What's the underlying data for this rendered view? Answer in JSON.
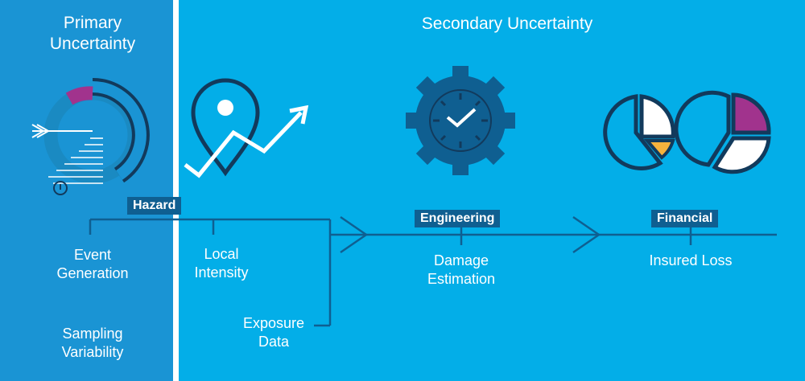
{
  "headings": {
    "primary": "Primary\nUncertainty",
    "secondary": "Secondary Uncertainty"
  },
  "tags": {
    "hazard": "Hazard",
    "engineering": "Engineering",
    "financial": "Financial"
  },
  "steps": {
    "event_generation": "Event\nGeneration",
    "local_intensity": "Local\nIntensity",
    "exposure_data": "Exposure\nData",
    "damage_estimation": "Damage\nEstimation",
    "insured_loss": "Insured Loss",
    "sampling_variability": "Sampling\nVariability"
  },
  "icons": [
    "event-generation-chart-icon",
    "map-pin-trend-icon",
    "gear-clock-icon",
    "pie-chart-icon",
    "pie-chart-icon"
  ],
  "colors": {
    "primary_bg": "#1a94d4",
    "secondary_bg": "#03aee8",
    "line": "#0f5f91",
    "dark_icon": "#123a5c",
    "magenta": "#a1338d",
    "yellow": "#f6b33d"
  }
}
